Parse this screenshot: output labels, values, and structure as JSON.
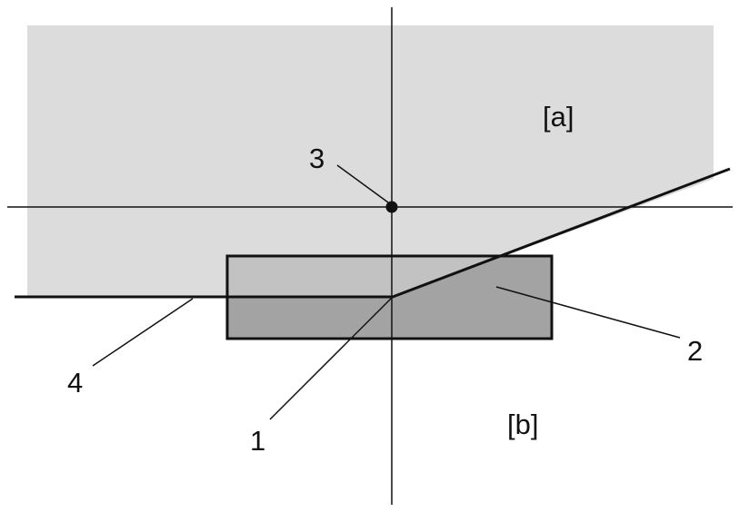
{
  "diagram": {
    "regions": {
      "upper": "[a]",
      "lower": "[b]"
    },
    "callouts": {
      "c1": "1",
      "c2": "2",
      "c3": "3",
      "c4": "4"
    }
  }
}
